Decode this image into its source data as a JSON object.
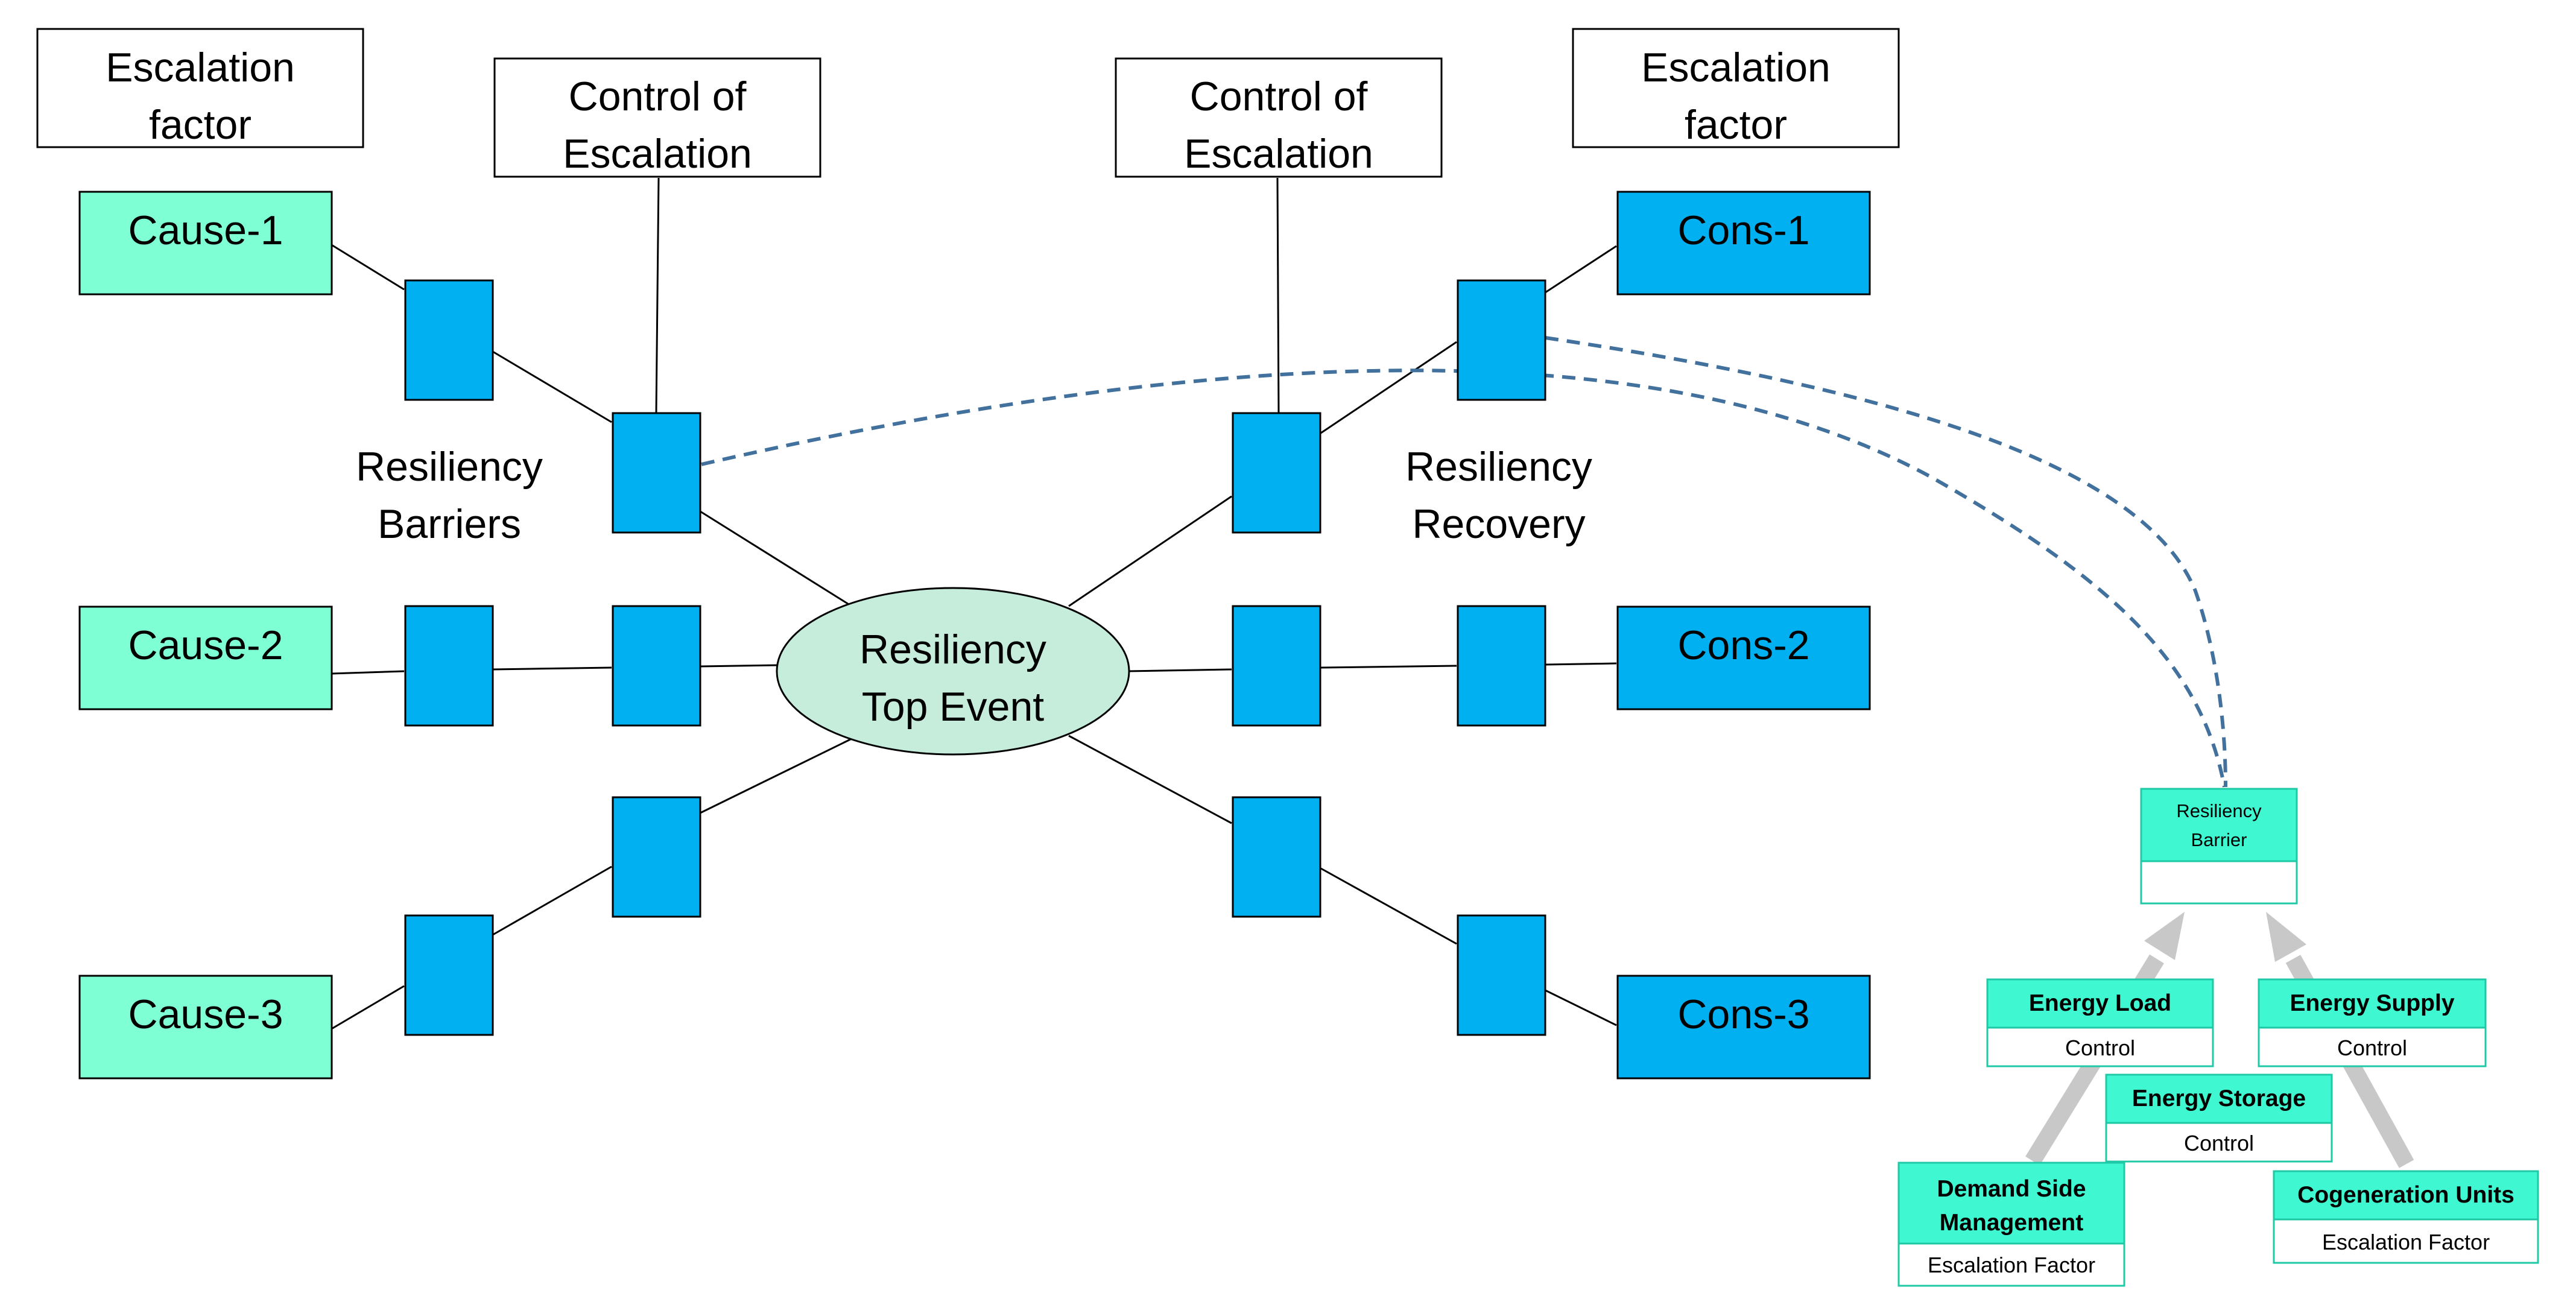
{
  "escalation_factor_left": "Escalation\nfactor",
  "escalation_factor_right": "Escalation\nfactor",
  "control_of_escalation_left": "Control of\nEscalation",
  "control_of_escalation_right": "Control of\nEscalation",
  "causes": [
    "Cause-1",
    "Cause-2",
    "Cause-3"
  ],
  "consequences": [
    "Cons-1",
    "Cons-2",
    "Cons-3"
  ],
  "resiliency_barriers_label": "Resiliency\nBarriers",
  "resiliency_recovery_label": "Resiliency\nRecovery",
  "top_event": "Resiliency\nTop Event",
  "detail": {
    "resiliency_barrier": "Resiliency\nBarrier",
    "energy_load": {
      "title": "Energy Load",
      "role": "Control"
    },
    "energy_supply": {
      "title": "Energy Supply",
      "role": "Control"
    },
    "energy_storage": {
      "title": "Energy Storage",
      "role": "Control"
    },
    "demand_side_management": {
      "title": "Demand Side\nManagement",
      "role": "Escalation Factor"
    },
    "cogeneration_units": {
      "title": "Cogeneration Units",
      "role": "Escalation Factor"
    }
  },
  "colors": {
    "cause_fill": "#7fffd4",
    "cons_fill": "#00b0f0",
    "barrier_fill": "#00b0f0",
    "top_event_fill": "#c6ecdc",
    "detail_header_fill": "#3ff7d0",
    "dashed_link": "#41719c",
    "arrow_gray": "#c8c8c8"
  }
}
